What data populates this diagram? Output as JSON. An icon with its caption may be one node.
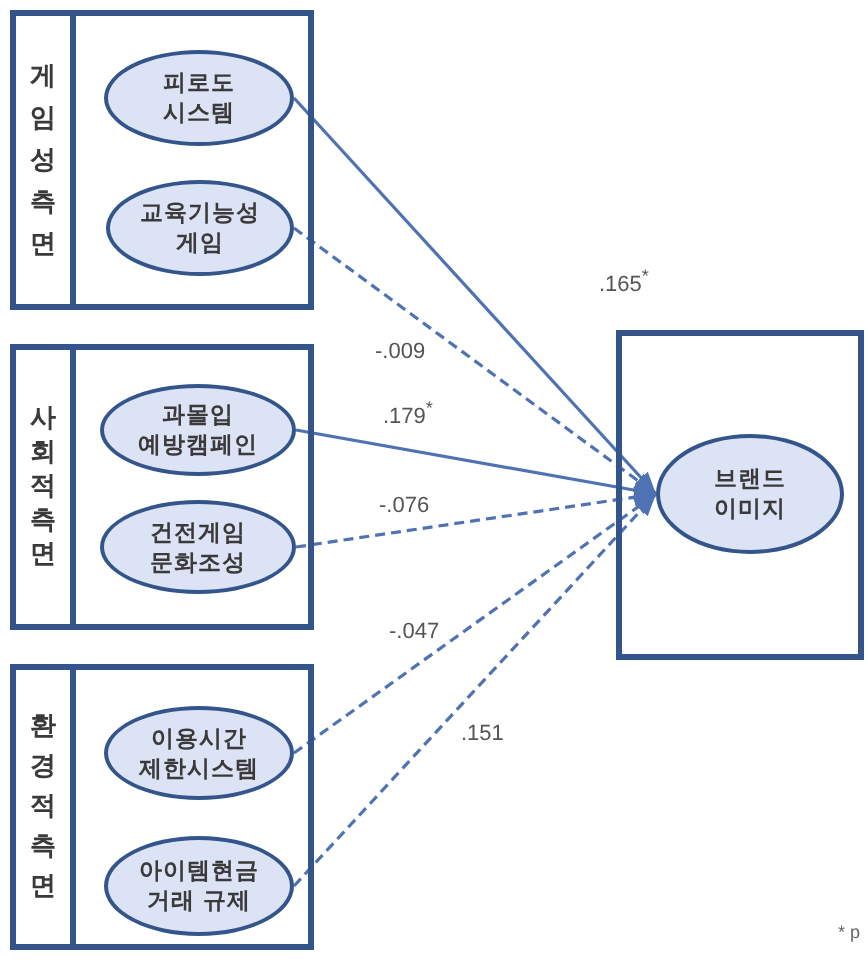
{
  "diagram": {
    "nodes": [
      {
        "text": [
          "게임성측면"
        ]
      },
      {
        "text": [
          "피로도 시스템"
        ],
        "in": 0
      },
      {
        "text": [
          "교육기능성 게임"
        ],
        "in": 0
      },
      {
        "text": [
          "사회적측면"
        ]
      },
      {
        "text": [
          "과몰입 예방캠페인"
        ],
        "in": 3
      },
      {
        "text": [
          "건전게임 문화조성"
        ],
        "in": 3
      },
      {
        "text": [
          "환경적측면"
        ]
      },
      {
        "text": [
          "이용시간 제한시스템"
        ],
        "in": 6
      },
      {
        "text": [
          "아이템현금 거래 규제"
        ],
        "in": 6
      },
      {
        "text": [],
        "shape": "box"
      },
      {
        "text": [
          "브랜드 이미지"
        ],
        "in": 9
      }
    ],
    "edges": [
      {
        "from": 1,
        "to": 10,
        "arrow": "to",
        "label": ".165$^{*}$"
      },
      {
        "from": 2,
        "to": 10,
        "arrow": "to",
        "label": "-.009",
        "style": "dashed"
      },
      {
        "from": 4,
        "to": 10,
        "arrow": "to",
        "label": ".179$^{*}$"
      },
      {
        "from": 5,
        "to": 10,
        "arrow": "to",
        "label": "-.076",
        "style": "dashed"
      },
      {
        "from": 7,
        "to": 10,
        "arrow": "to",
        "label": "-.047",
        "style": "dashed"
      },
      {
        "from": 8,
        "to": 10,
        "arrow": "to",
        "label": ".151",
        "style": "dashed"
      }
    ],
    "labels": [
      "* p"
    ]
  }
}
